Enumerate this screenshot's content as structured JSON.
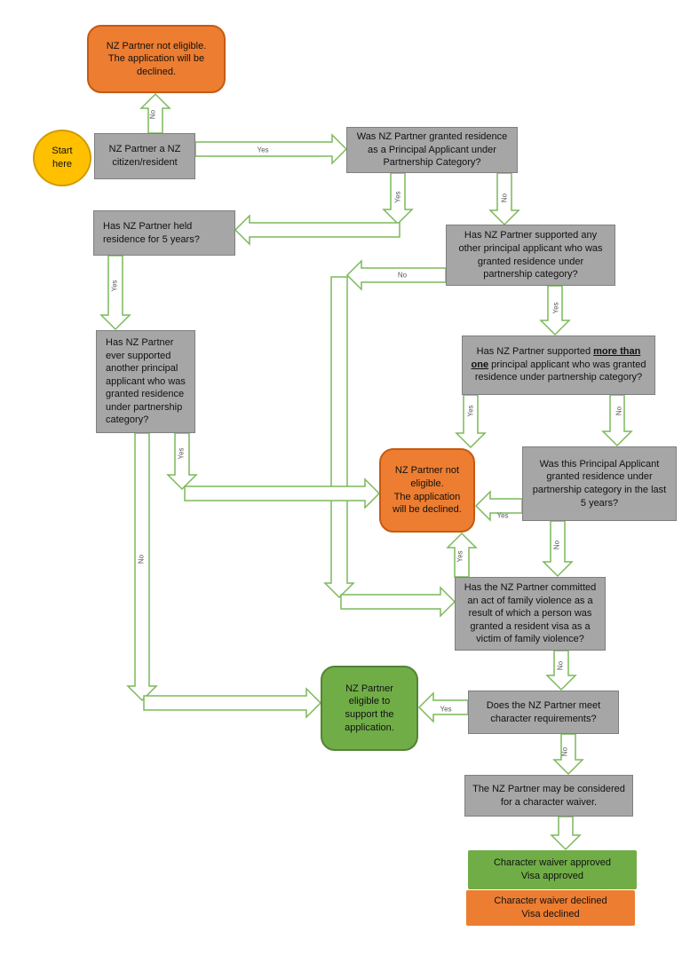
{
  "diagram": {
    "type": "flowchart",
    "topic": "NZ Partner eligibility to support a partnership residence application"
  },
  "colors": {
    "gray_fill": "#A6A6A6",
    "gray_border": "#7F7F7F",
    "orange_fill": "#ED7D31",
    "orange_border": "#C55A11",
    "green_fill": "#70AD47",
    "green_border": "#548235",
    "yellow_fill": "#FFC000",
    "yellow_border": "#D29B00",
    "arrow_stroke": "#7CB85A",
    "arrow_fill": "#FFFFFF"
  },
  "nodes": {
    "start": {
      "text": "Start\nhere"
    },
    "citizen": {
      "text": "NZ Partner a NZ\ncitizen/resident"
    },
    "not_eligible_top": {
      "text": "NZ Partner not eligible.\nThe application will be\ndeclined."
    },
    "granted_residence": {
      "text": "Was NZ Partner granted residence\nas a Principal Applicant under\nPartnership Category?"
    },
    "held_residence": {
      "text": "Has NZ Partner held\nresidence for 5 years?"
    },
    "ever_supported": {
      "text": "Has NZ Partner\never supported\nanother principal\napplicant who was\ngranted residence\nunder partnership\ncategory?"
    },
    "supported_any": {
      "text": "Has NZ Partner supported any\nother principal applicant who was\ngranted residence under\npartnership category?"
    },
    "more_than_one": {
      "prefix": "Has NZ Partner supported ",
      "emphasis": "more than one",
      "suffix": " principal applicant who was granted residence under partnership category?"
    },
    "not_eligible_mid": {
      "text": "NZ Partner not\neligible.\nThe application\nwill be declined."
    },
    "last_5_years": {
      "text": "Was this Principal Applicant\ngranted residence under\npartnership category in the last\n5 years?"
    },
    "family_violence": {
      "text": "Has the NZ Partner committed\nan act of family violence as a\nresult of which a person was\ngranted a resident visa as a\nvictim of family violence?"
    },
    "eligible": {
      "text": "NZ Partner\neligible to\nsupport the\napplication."
    },
    "character": {
      "text": "Does the NZ Partner meet\ncharacter requirements?"
    },
    "waiver": {
      "text": "The NZ Partner may be considered\nfor a character waiver."
    },
    "waiver_approved": {
      "text": "Character waiver approved\nVisa approved"
    },
    "waiver_declined": {
      "text": "Character waiver declined\nVisa declined"
    }
  },
  "labels": {
    "citizen_no": "No",
    "citizen_yes": "Yes",
    "granted_yes": "Yes",
    "granted_no": "No",
    "held_yes": "Yes",
    "supported_any_no": "No",
    "supported_any_yes": "Yes",
    "ever_yes": "Yes",
    "ever_no": "No",
    "more_yes": "Yes",
    "more_no": "No",
    "last5_yes": "Yes",
    "last5_no": "No",
    "violence_yes": "Yes",
    "violence_no": "No",
    "character_yes": "Yes",
    "character_no": "No"
  }
}
